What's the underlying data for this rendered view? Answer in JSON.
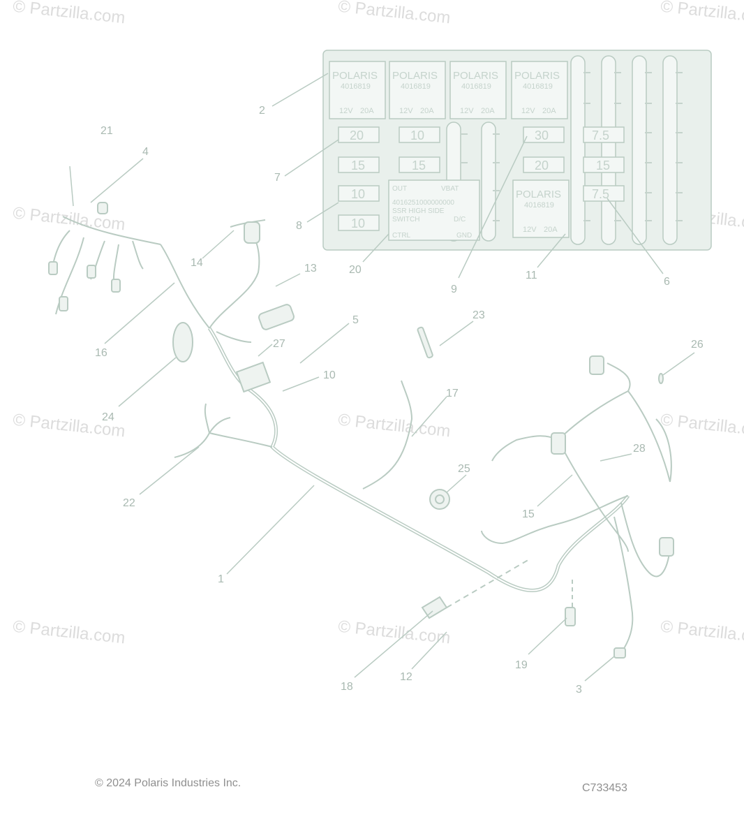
{
  "watermark_text": "© Partzilla.com",
  "callouts": [
    "1",
    "2",
    "3",
    "4",
    "5",
    "6",
    "7",
    "8",
    "9",
    "10",
    "11",
    "12",
    "13",
    "14",
    "15",
    "16",
    "17",
    "18",
    "19",
    "20",
    "21",
    "22",
    "23",
    "24",
    "25",
    "26",
    "27",
    "28"
  ],
  "fuse_box": {
    "relay_brand": "POLARIS",
    "relay_part": "4016819",
    "relay_rating_v": "12V",
    "relay_rating_a": "20A",
    "fuse_values": [
      "20",
      "10",
      "30",
      "7.5",
      "15",
      "15",
      "20",
      "15",
      "10",
      "7.5",
      "10"
    ],
    "ssr_lines": [
      "OUT",
      "VBAT",
      "4016251000000000",
      "SSR HIGH SIDE",
      "SWITCH",
      "D/C",
      "CTRL",
      "GND"
    ]
  },
  "footer": {
    "copyright": "© 2024 Polaris Industries Inc.",
    "diagram_id": "C733453"
  },
  "colors": {
    "line": "#b9cbc2",
    "text": "#a9b9b1",
    "watermark": "#dcdcdc"
  }
}
